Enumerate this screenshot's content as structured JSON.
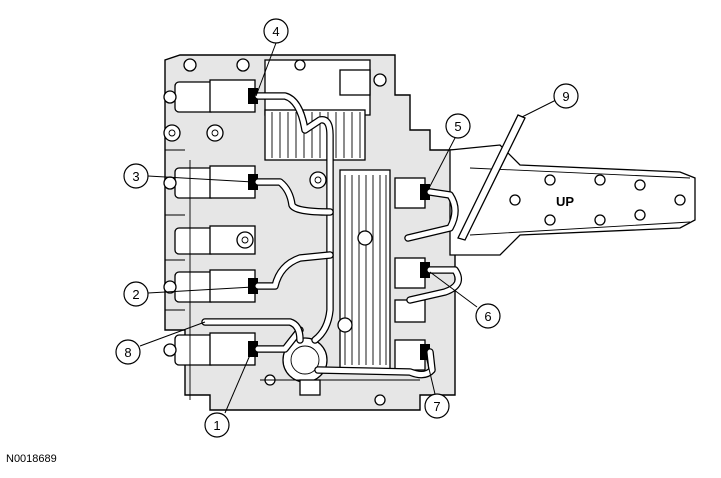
{
  "figure_id": "N0018689",
  "bracket_label": "UP",
  "callouts": [
    "1",
    "2",
    "3",
    "4",
    "5",
    "6",
    "7",
    "8",
    "9"
  ]
}
